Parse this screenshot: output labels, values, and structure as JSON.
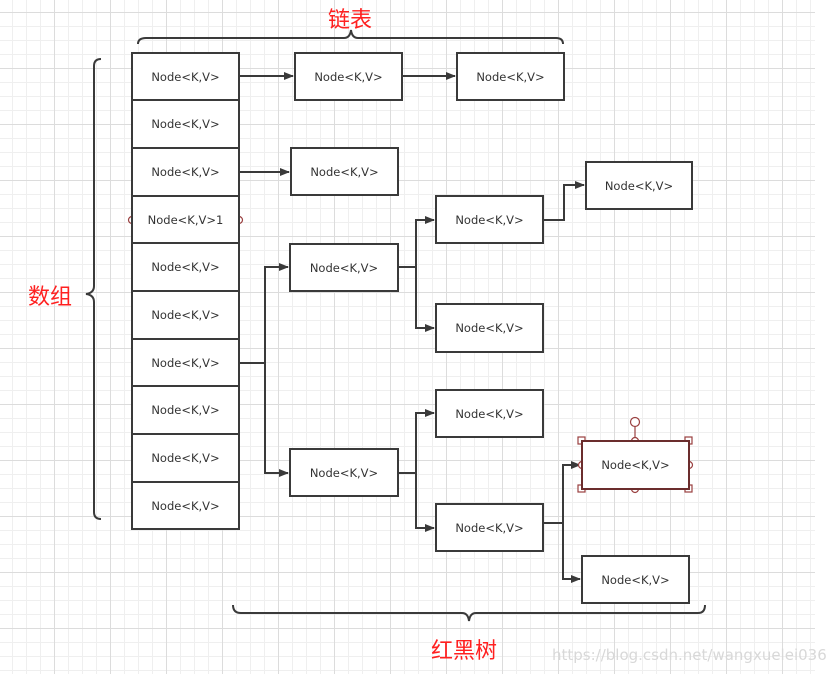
{
  "labels": {
    "linked_list": "链表",
    "array": "数组",
    "red_black_tree": "红黑树"
  },
  "array_nodes": [
    "Node<K,V>",
    "Node<K,V>",
    "Node<K,V>",
    "Node<K,V>1",
    "Node<K,V>",
    "Node<K,V>",
    "Node<K,V>",
    "Node<K,V>",
    "Node<K,V>",
    "Node<K,V>"
  ],
  "list_chain_row0": [
    "Node<K,V>",
    "Node<K,V>"
  ],
  "list_chain_row2": [
    "Node<K,V>"
  ],
  "tree_nodes": {
    "upper_child": "Node<K,V>",
    "upper_grandchild_top": "Node<K,V>",
    "upper_grandchild_far": "Node<K,V>",
    "upper_grandchild_bottom": "Node<K,V>",
    "lower_child": "Node<K,V>",
    "lower_grandchild_top": "Node<K,V>",
    "lower_grandchild_bottom": "Node<K,V>",
    "lower_leaf_selected": "Node<K,V>",
    "lower_leaf_bottom": "Node<K,V>"
  },
  "watermark": "https://blog.csdn.net/wangxuelei036",
  "colors": {
    "label": "#ff2020",
    "line": "#3a3a3a",
    "selection": "#8b3a3a"
  }
}
